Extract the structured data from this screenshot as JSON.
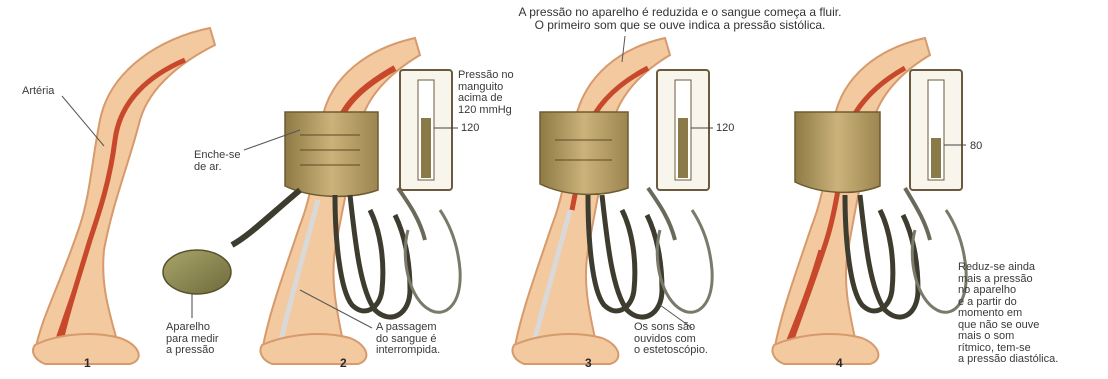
{
  "caption_top": [
    "A pressão no aparelho é reduzida e o sangue começa a fluir.",
    "O primeiro som que se ouve indica a pressão sistólica."
  ],
  "panels": [
    {
      "number": "1",
      "labels": {
        "artery": "Artéria"
      }
    },
    {
      "number": "2",
      "labels": {
        "pressure": [
          "Pressão no",
          "manguito",
          "acima de",
          "120 mmHg"
        ],
        "fills": [
          "Enche-se",
          "de ar."
        ],
        "device": [
          "Aparelho",
          "para medir",
          "a pressão"
        ],
        "passage": [
          "A passagem",
          "do sangue é",
          "interrompida."
        ]
      },
      "gauge_value": "120"
    },
    {
      "number": "3",
      "labels": {
        "sounds": [
          "Os sons são",
          "ouvidos com",
          "o estetoscópio."
        ]
      },
      "gauge_value": "120"
    },
    {
      "number": "4",
      "labels": {
        "reduce": [
          "Reduz-se ainda",
          "mais a pressão",
          "no aparelho",
          "e a partir do",
          "momento em",
          "que não se ouve",
          "mais o som",
          "rítmico, tem-se",
          "a pressão diastólica."
        ]
      },
      "gauge_value": "80"
    }
  ],
  "colors": {
    "skin": "#f3c9a0",
    "skin_edge": "#d79a6c",
    "artery": "#c8482b",
    "cuff": "#b69a5a",
    "tube": "#3d3c2e",
    "gauge_frame": "#6b5a3e",
    "mercury": "#8a7a48"
  }
}
